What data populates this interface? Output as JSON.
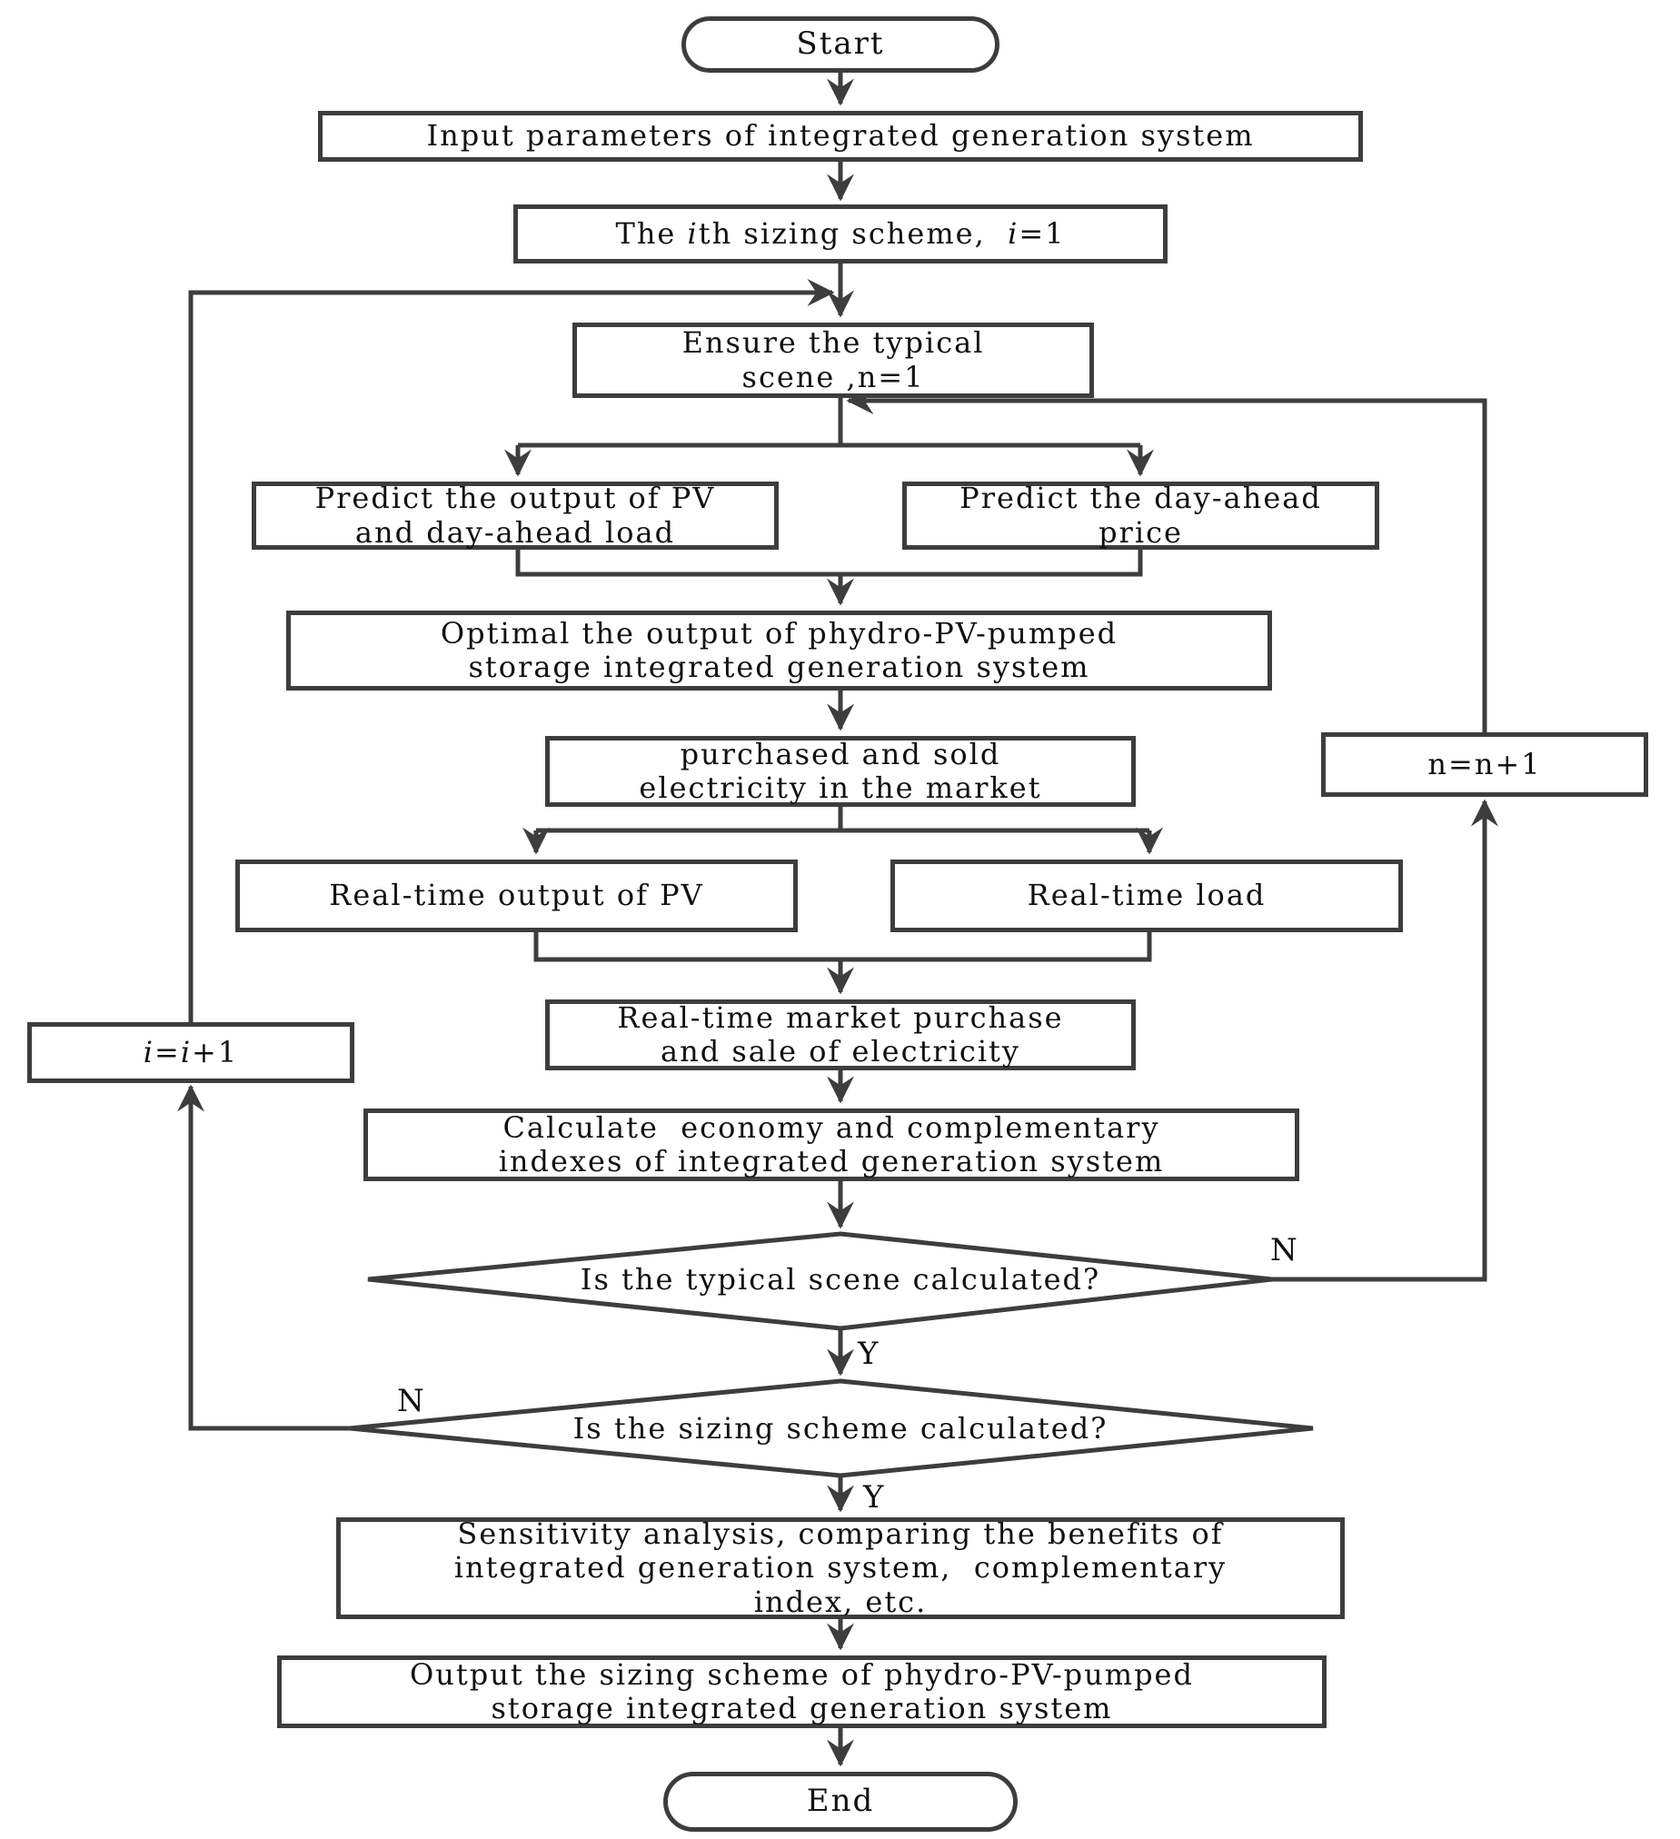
{
  "figure": {
    "background_color": "#ffffff",
    "line_color": "#3d3d3d",
    "text_color": "#111111"
  },
  "nodes": {
    "start": {
      "label": "Start"
    },
    "input": {
      "label": "Input parameters of integrated generation system"
    },
    "sizing": {
      "parts": {
        "pre": "The ",
        "i1": "i",
        "mid": "th sizing scheme,  ",
        "i2": "i",
        "post": "=1"
      }
    },
    "ensure": {
      "label": "Ensure the typical\nscene ,n=1"
    },
    "predict_pv": {
      "label": "Predict the output of PV\nand day-ahead load"
    },
    "predict_price": {
      "label": "Predict the day-ahead\nprice"
    },
    "optimal": {
      "label": "Optimal the output of phydro-PV-pumped\nstorage integrated generation system"
    },
    "purchased": {
      "label": "purchased and sold\nelectricity in the market"
    },
    "rt_pv": {
      "label": "Real-time output of PV"
    },
    "rt_load": {
      "label": "Real-time load"
    },
    "rt_market": {
      "label": "Real-time market purchase\nand sale of electricity"
    },
    "calculate": {
      "label": "Calculate  economy and complementary\nindexes of integrated generation system"
    },
    "decision_typical": {
      "label": "Is the typical scene calculated?"
    },
    "decision_sizing": {
      "label": "Is the sizing scheme calculated?"
    },
    "sensitivity": {
      "label": "Sensitivity analysis, comparing the benefits of\nintegrated generation system,  complementary\nindex, etc."
    },
    "output": {
      "label": "Output the sizing scheme of phydro-PV-pumped\nstorage integrated generation system"
    },
    "end": {
      "label": "End"
    },
    "n_increment": {
      "label": "n=n+1"
    },
    "i_increment": {
      "parts": {
        "i1": "i",
        "eq": "=",
        "i2": "i",
        "post": "+1"
      }
    }
  },
  "branch_labels": {
    "typical_yes": "Y",
    "typical_no": "N",
    "sizing_yes": "Y",
    "sizing_no": "N"
  }
}
